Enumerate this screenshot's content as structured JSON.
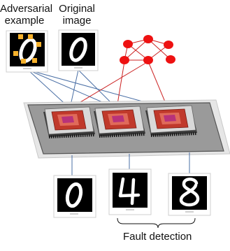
{
  "labels": {
    "adversarial_example": [
      "Adversarial",
      "example"
    ],
    "original_image": [
      "Original",
      "image"
    ],
    "fault_detection": "Fault detection"
  },
  "images": {
    "adversarial": {
      "digit": "0"
    },
    "original": {
      "digit": "0"
    },
    "outputs": [
      {
        "digit": "0"
      },
      {
        "digit": "4"
      },
      {
        "digit": "8"
      }
    ]
  },
  "chips": {
    "count": 3
  },
  "colors": {
    "board": "#9a9a9a",
    "chip_body": "#d9d9d9",
    "die": "#c0392b",
    "neuron": "#ee1111",
    "edge_red": "#cc2222",
    "edge_blue": "#4a6fa5",
    "adv_marker": "#f6b12b"
  }
}
